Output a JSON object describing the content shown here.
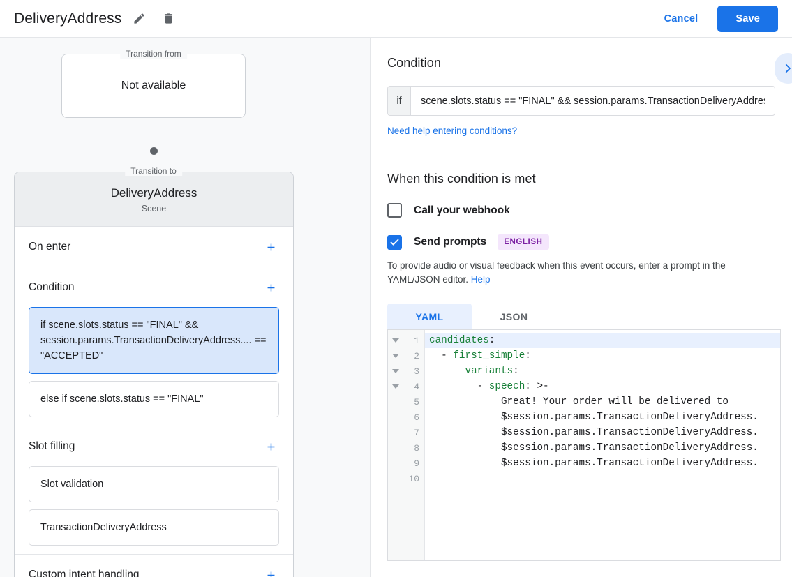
{
  "topbar": {
    "title": "DeliveryAddress",
    "edit_icon": "pencil-icon",
    "delete_icon": "trash-icon",
    "cancel_label": "Cancel",
    "save_label": "Save",
    "accent_color": "#1a73e8"
  },
  "left": {
    "transition_from": {
      "legend": "Transition from",
      "value": "Not available"
    },
    "transition_to": {
      "legend": "Transition to",
      "title": "DeliveryAddress",
      "subtitle": "Scene"
    },
    "sections": [
      {
        "title": "On enter",
        "add_label": "+",
        "items": []
      },
      {
        "title": "Condition",
        "add_label": "+",
        "items": [
          {
            "text": "if scene.slots.status == \"FINAL\" && session.params.TransactionDeliveryAddress.... == \"ACCEPTED\"",
            "selected": true
          },
          {
            "text": "else if scene.slots.status == \"FINAL\"",
            "selected": false
          }
        ]
      },
      {
        "title": "Slot filling",
        "add_label": "+",
        "items": [
          {
            "text": "Slot validation",
            "selected": false
          },
          {
            "text": "TransactionDeliveryAddress",
            "selected": false
          }
        ]
      },
      {
        "title": "Custom intent handling",
        "add_label": "+",
        "items": []
      }
    ]
  },
  "right": {
    "condition": {
      "heading": "Condition",
      "if_label": "if",
      "value": "scene.slots.status == \"FINAL\" && session.params.TransactionDeliveryAddres",
      "help_link": "Need help entering conditions?",
      "expand_icon": "chevron-right-icon"
    },
    "when_met": {
      "heading": "When this condition is met",
      "webhook": {
        "label": "Call your webhook",
        "checked": false
      },
      "send_prompts": {
        "label": "Send prompts",
        "checked": true,
        "badge": "ENGLISH",
        "badge_bg": "#f4e6fc",
        "badge_color": "#7b1fa2"
      },
      "helper_text": "To provide audio or visual feedback when this event occurs, enter a prompt in the YAML/JSON editor. ",
      "helper_link": "Help"
    },
    "editor": {
      "tabs": [
        {
          "label": "YAML",
          "active": true
        },
        {
          "label": "JSON",
          "active": false
        }
      ],
      "line_numbers": [
        "1",
        "2",
        "3",
        "4",
        "5",
        "6",
        "7",
        "8",
        "9",
        "10"
      ],
      "fold_lines": [
        1,
        2,
        3,
        4
      ],
      "active_line": 1,
      "lines": [
        {
          "n": 1,
          "key": "candidates",
          "punct": ":",
          "indent": "",
          "rest": ""
        },
        {
          "n": 2,
          "key": "first_simple",
          "punct": ":",
          "indent": "  - ",
          "rest": ""
        },
        {
          "n": 3,
          "key": "variants",
          "punct": ":",
          "indent": "      ",
          "rest": ""
        },
        {
          "n": 4,
          "key": "speech",
          "punct": ": >-",
          "indent": "        - ",
          "rest": ""
        },
        {
          "n": 5,
          "key": "",
          "punct": "",
          "indent": "            ",
          "rest": "Great! Your order will be delivered to"
        },
        {
          "n": 6,
          "key": "",
          "punct": "",
          "indent": "            ",
          "rest": "$session.params.TransactionDeliveryAddress."
        },
        {
          "n": 7,
          "key": "",
          "punct": "",
          "indent": "            ",
          "rest": "$session.params.TransactionDeliveryAddress."
        },
        {
          "n": 8,
          "key": "",
          "punct": "",
          "indent": "            ",
          "rest": "$session.params.TransactionDeliveryAddress."
        },
        {
          "n": 9,
          "key": "",
          "punct": "",
          "indent": "            ",
          "rest": "$session.params.TransactionDeliveryAddress."
        },
        {
          "n": 10,
          "key": "",
          "punct": "",
          "indent": "",
          "rest": ""
        }
      ]
    }
  }
}
